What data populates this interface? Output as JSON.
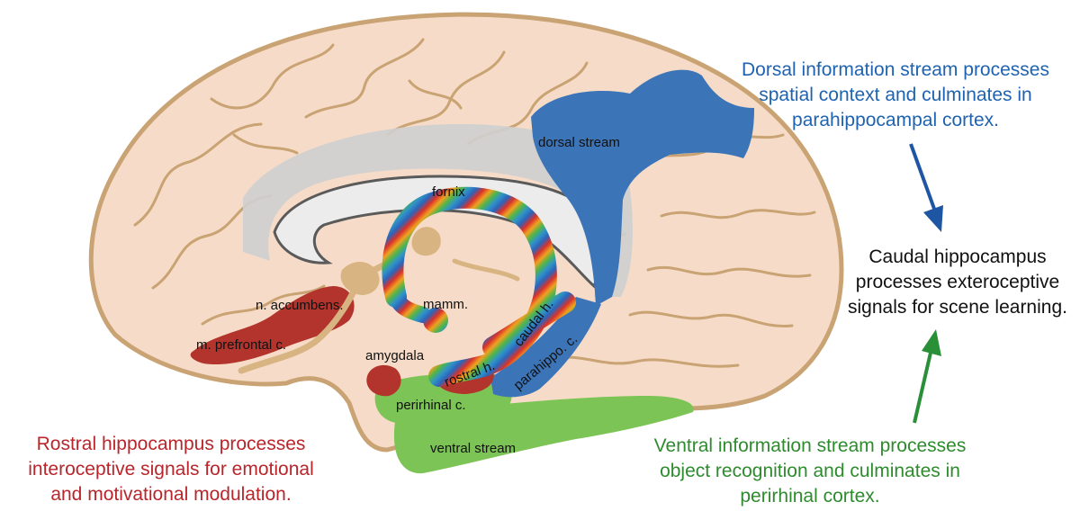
{
  "captions": {
    "dorsal": {
      "lines": [
        "Dorsal information stream processes",
        "spatial context and culminates in",
        "parahippocampal cortex."
      ],
      "color": "#1f63b0"
    },
    "caudal": {
      "lines": [
        "Caudal hippocampus",
        "processes exteroceptive",
        "signals for scene learning."
      ],
      "color": "#111111"
    },
    "rostral": {
      "lines": [
        "Rostral hippocampus processes",
        "interoceptive signals for emotional",
        "and motivational modulation."
      ],
      "color": "#b8262b"
    },
    "ventral": {
      "lines": [
        "Ventral information stream processes",
        "object recognition and culminates in",
        "perirhinal cortex."
      ],
      "color": "#2e8b2e"
    }
  },
  "labels": {
    "dorsal_stream": "dorsal stream",
    "fornix": "fornix",
    "n_accumbens": "n. accumbens.",
    "m_prefrontal": "m. prefrontal c.",
    "mamm": "mamm.",
    "amygdala": "amygdala",
    "caudal_h": "caudal h.",
    "rostral_h": "rostral h.",
    "parahippo": "parahippo. c.",
    "perirhinal": "perirhinal c.",
    "ventral_stream": "ventral stream"
  },
  "colors": {
    "brain_fill": "#f6dcc8",
    "brain_outline": "#c9a373",
    "dorsal": "#3c74b8",
    "ventral": "#7cc455",
    "red_regions": "#b2342c",
    "gray_band": "#cfcfcf",
    "tan_structures": "#d8b482",
    "arrow_blue": "#1f56a3",
    "arrow_green": "#2a9038"
  }
}
